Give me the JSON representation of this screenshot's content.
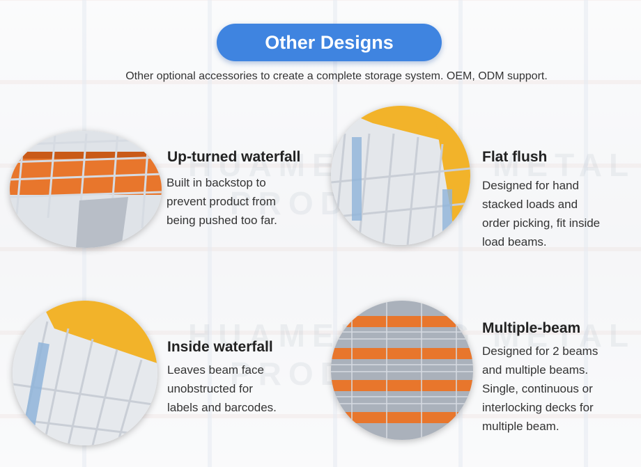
{
  "header": {
    "title": "Other Designs",
    "subtitle": "Other optional accessories to create a complete storage system. OEM, ODM support."
  },
  "watermark": {
    "line1": "HUAMEILONG METAL",
    "line2": "PRODUCTS"
  },
  "colors": {
    "accent_blue": "#3f84e0",
    "rack_orange": "#e8762c",
    "beam_yellow": "#f2b32a",
    "wire_silver": "#c9ced6"
  },
  "items": [
    {
      "title": "Up-turned waterfall",
      "description": "Built in backstop to\nprevent product from\nbeing pushed too far."
    },
    {
      "title": "Flat flush",
      "description": "Designed for hand\nstacked loads and\norder picking, fit inside\nload beams."
    },
    {
      "title": "Inside waterfall",
      "description": "Leaves beam face\nunobstructed for\nlabels and barcodes."
    },
    {
      "title": "Multiple-beam",
      "description": "Designed for 2 beams\nand multiple beams.\nSingle, continuous or\ninterlocking decks for\nmultiple beam."
    }
  ]
}
